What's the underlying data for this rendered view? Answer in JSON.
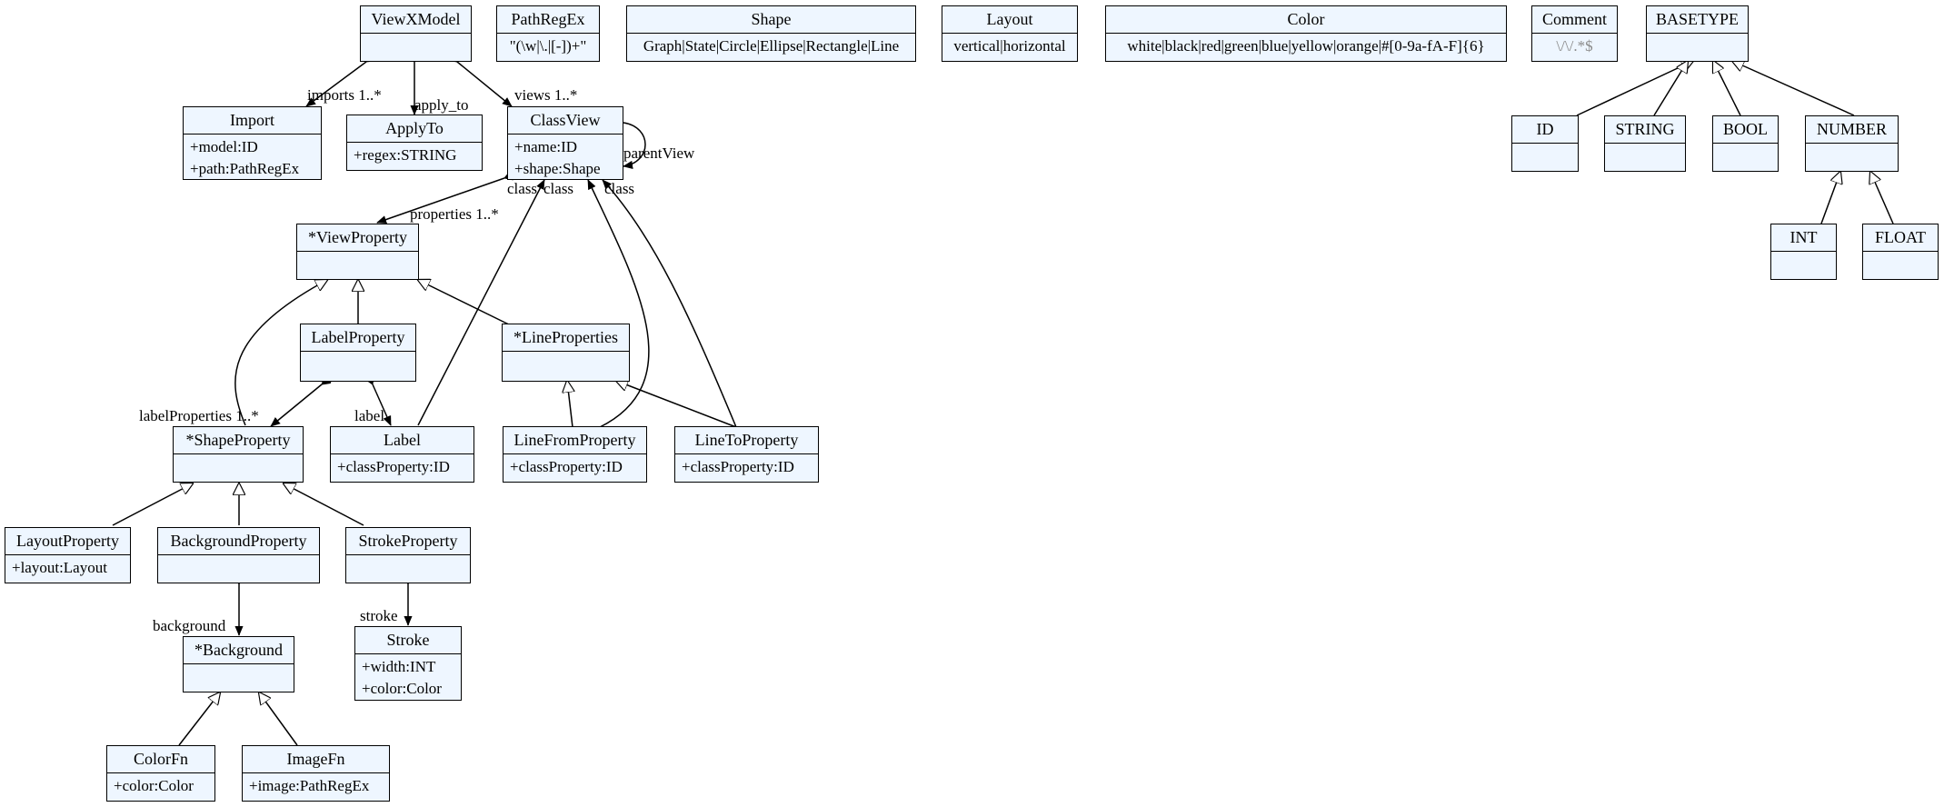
{
  "classes": {
    "viewxmodel": {
      "name": "ViewXModel",
      "attrs": []
    },
    "pathregex": {
      "name": "PathRegEx",
      "attrs": [
        "\"(\\w|\\.|[-])+\""
      ]
    },
    "shape": {
      "name": "Shape",
      "attrs": [
        "Graph|State|Circle|Ellipse|Rectangle|Line"
      ]
    },
    "layout": {
      "name": "Layout",
      "attrs": [
        "vertical|horizontal"
      ]
    },
    "color": {
      "name": "Color",
      "attrs": [
        "white|black|red|green|blue|yellow|orange|#[0-9a-fA-F]{6}"
      ]
    },
    "comment": {
      "name": "Comment",
      "attrs": [
        "\\/\\/.*$"
      ]
    },
    "basetype": {
      "name": "BASETYPE",
      "attrs": []
    },
    "import": {
      "name": "Import",
      "attrs": [
        "+model:ID",
        "+path:PathRegEx"
      ]
    },
    "applyto": {
      "name": "ApplyTo",
      "attrs": [
        "+regex:STRING"
      ]
    },
    "classview": {
      "name": "ClassView",
      "attrs": [
        "+name:ID",
        "+shape:Shape"
      ]
    },
    "id": {
      "name": "ID",
      "attrs": []
    },
    "string": {
      "name": "STRING",
      "attrs": []
    },
    "bool": {
      "name": "BOOL",
      "attrs": []
    },
    "number": {
      "name": "NUMBER",
      "attrs": []
    },
    "int": {
      "name": "INT",
      "attrs": []
    },
    "float": {
      "name": "FLOAT",
      "attrs": []
    },
    "viewproperty": {
      "name": "*ViewProperty",
      "attrs": []
    },
    "labelproperty": {
      "name": "LabelProperty",
      "attrs": []
    },
    "lineproperties": {
      "name": "*LineProperties",
      "attrs": []
    },
    "shapeproperty": {
      "name": "*ShapeProperty",
      "attrs": []
    },
    "label": {
      "name": "Label",
      "attrs": [
        "+classProperty:ID"
      ]
    },
    "linefromproperty": {
      "name": "LineFromProperty",
      "attrs": [
        "+classProperty:ID"
      ]
    },
    "linetoproperty": {
      "name": "LineToProperty",
      "attrs": [
        "+classProperty:ID"
      ]
    },
    "layoutproperty": {
      "name": "LayoutProperty",
      "attrs": [
        "+layout:Layout"
      ]
    },
    "backgroundproperty": {
      "name": "BackgroundProperty",
      "attrs": []
    },
    "strokeproperty": {
      "name": "StrokeProperty",
      "attrs": []
    },
    "background": {
      "name": "*Background",
      "attrs": []
    },
    "stroke": {
      "name": "Stroke",
      "attrs": [
        "+width:INT",
        "+color:Color"
      ]
    },
    "colorfn": {
      "name": "ColorFn",
      "attrs": [
        "+color:Color"
      ]
    },
    "imagefn": {
      "name": "ImageFn",
      "attrs": [
        "+image:PathRegEx"
      ]
    }
  },
  "edge_labels": {
    "imports": "imports 1..*",
    "apply_to": "apply_to",
    "views": "views 1..*",
    "parentview": "parentView",
    "class1": "class",
    "class2": "class",
    "class3": "class",
    "properties": "properties 1..*",
    "labelproperties": "labelProperties 1..*",
    "label": "label",
    "background": "background",
    "stroke": "stroke"
  }
}
